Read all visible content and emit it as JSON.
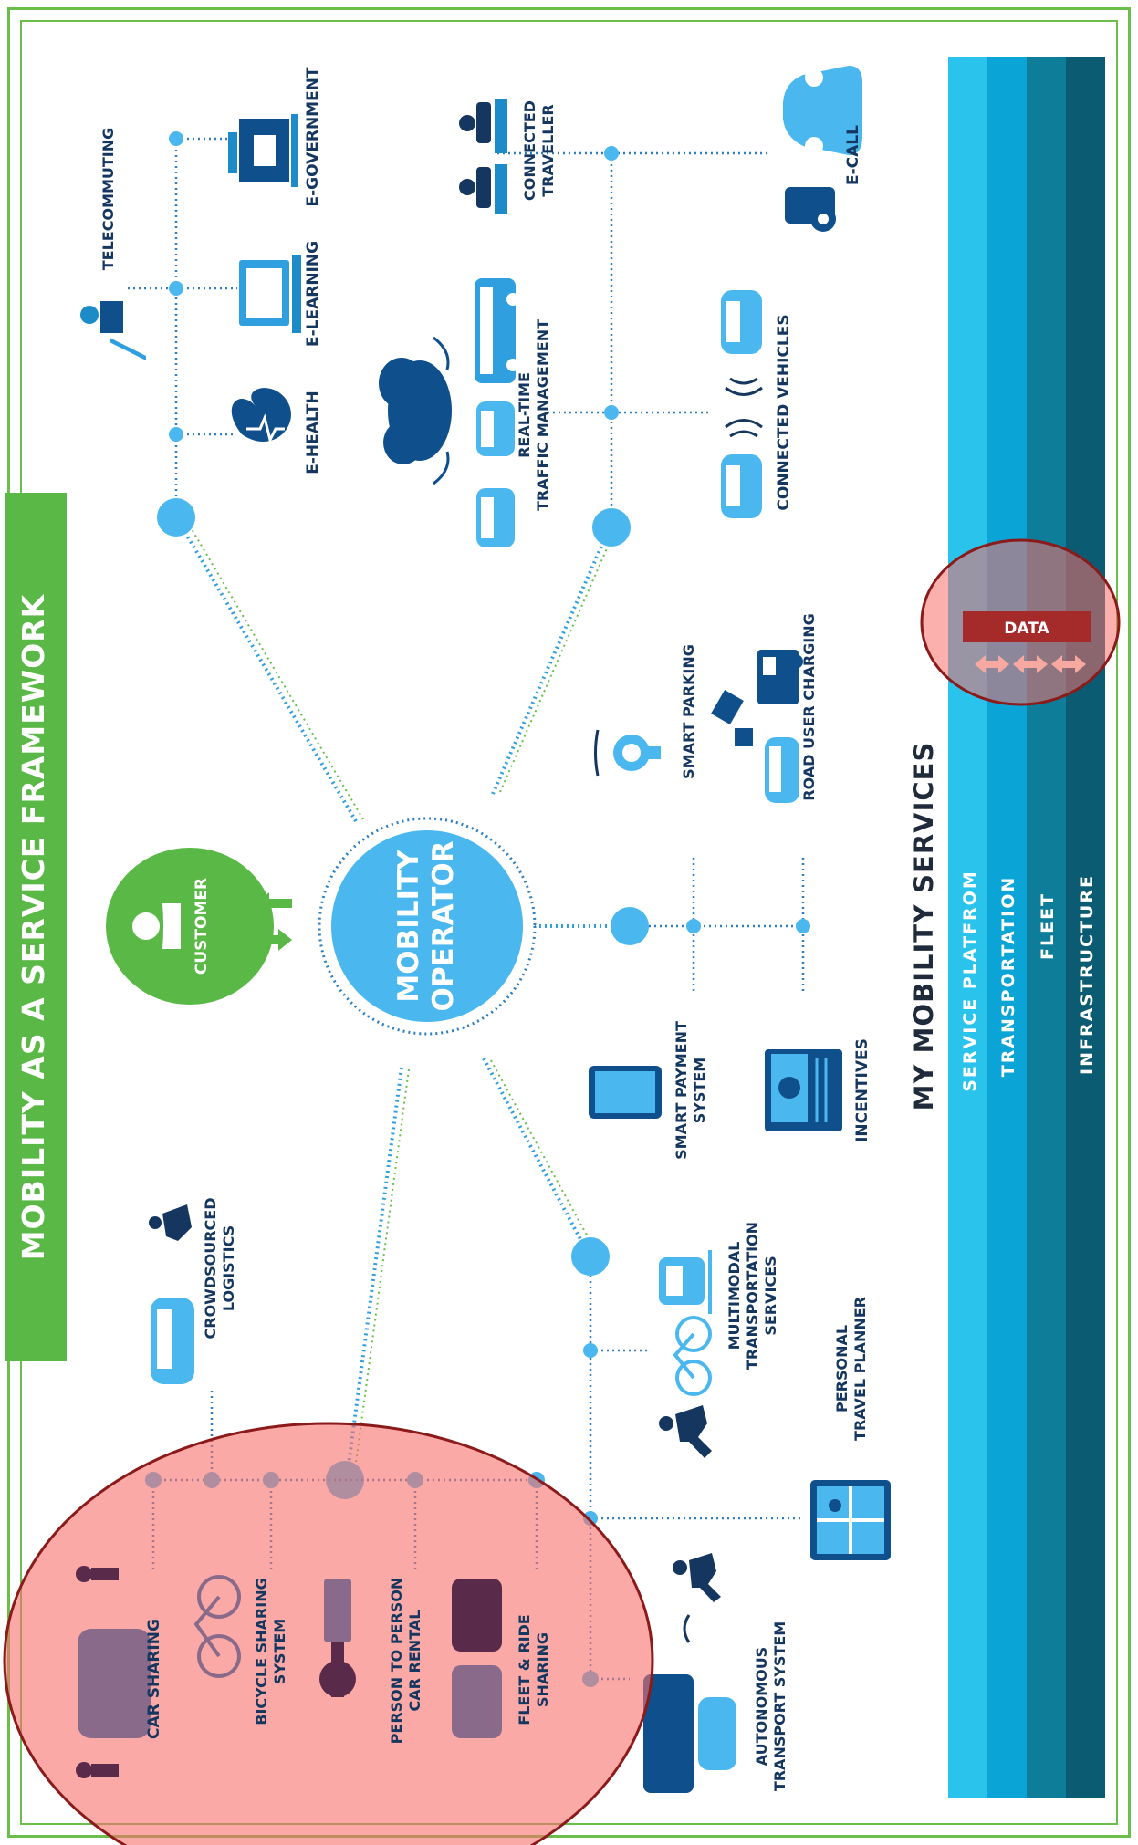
{
  "title": "MOBILITY AS A SERVICE FRAMEWORK",
  "customer_label": "CUSTOMER",
  "operator": {
    "line1": "MOBILITY",
    "line2": "OPERATOR"
  },
  "layers_title": "MY MOBILITY SERVICES",
  "layers": [
    "SERVICE PLATFROM",
    "TRANSPORTATION",
    "FLEET",
    "INFRASTRUCTURE"
  ],
  "data_badge": "DATA",
  "colors": {
    "green": "#5ab946",
    "light_blue": "#40b4ea",
    "mid_blue": "#1e8bc9",
    "dark_blue": "#0f4f8c",
    "text_navy": "#14365f",
    "highlight": "#f7706a",
    "data_red": "#a52a2a"
  },
  "services": {
    "telecommuting": "TELECOMMUTING",
    "egovernment": "E-GOVERNMENT",
    "ehealth": "E-HEALTH",
    "elearning": "E-LEARNING",
    "connected_traveller": [
      "CONNECTED",
      "TRAVELLER"
    ],
    "ecall": "E-CALL",
    "realtime_traffic": [
      "REAL-TIME",
      "TRAFFIC MANAGEMENT"
    ],
    "connected_vehicles": "CONNECTED VEHICLES",
    "smart_parking": "SMART PARKING",
    "road_user_charging": "ROAD USER CHARGING",
    "smart_payment": [
      "SMART PAYMENT",
      "SYSTEM"
    ],
    "incentives": "INCENTIVES",
    "crowdsourced_logistics": [
      "CROWDSOURCED",
      "LOGISTICS"
    ],
    "multimodal": [
      "MULTIMODAL",
      "TRANSPORTATION",
      "SERVICES"
    ],
    "personal_planner": [
      "PERSONAL",
      "TRAVEL PLANNER"
    ],
    "autonomous": [
      "AUTONOMOUS",
      "TRANSPORT SYSTEM"
    ],
    "car_sharing": "CAR SHARING",
    "bicycle_sharing": [
      "BICYCLE SHARING",
      "SYSTEM"
    ],
    "p2p_rental": [
      "PERSON TO PERSON",
      "CAR RENTAL"
    ],
    "fleet_ride": [
      "FLEET & RIDE",
      "SHARING"
    ]
  },
  "icons": [
    "heart-icon",
    "laptop-icon",
    "person-laptop-icon",
    "government-building-icon",
    "cloud-icon",
    "bus-icon",
    "car-icon",
    "tablet-icon",
    "wallet-icon",
    "parking-meter-icon",
    "satellite-icon",
    "truck-icon",
    "bicycle-icon",
    "train-icon",
    "walking-person-icon",
    "map-icon",
    "key-icon",
    "people-icon",
    "tow-truck-icon"
  ]
}
